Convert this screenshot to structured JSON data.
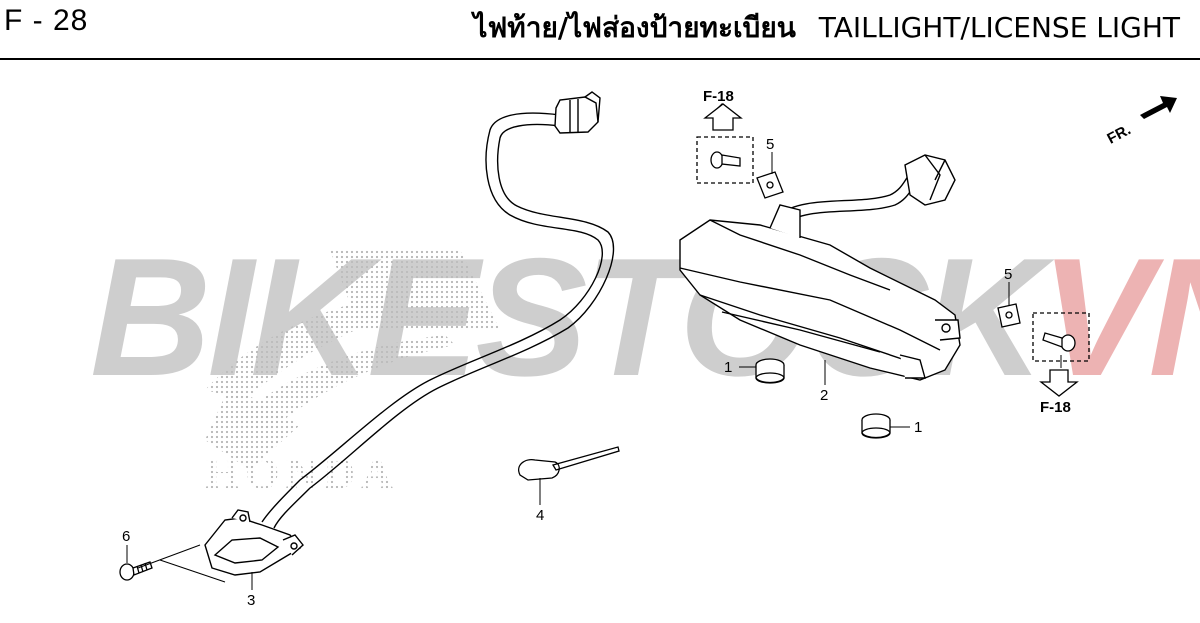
{
  "header": {
    "page_code": "F - 28",
    "title_thai": "ไฟท้าย/ไฟส่องป้ายทะเบียน",
    "title_en": "TAILLIGHT/LICENSE LIGHT"
  },
  "watermark": {
    "text_gray": "BIKESTOCK",
    "text_red": "VN",
    "logo_text": "HONDA"
  },
  "direction": {
    "label": "FR."
  },
  "refs": {
    "top": "F-18",
    "right": "F-18"
  },
  "callouts": {
    "c1a": "1",
    "c1b": "1",
    "c2": "2",
    "c3": "3",
    "c4": "4",
    "c5a": "5",
    "c5b": "5",
    "c6": "6"
  },
  "colors": {
    "line": "#000000",
    "watermark_gray": "#bfbfbf",
    "watermark_red": "#e8a0a0",
    "logo_dots": "#b5b5b5"
  }
}
